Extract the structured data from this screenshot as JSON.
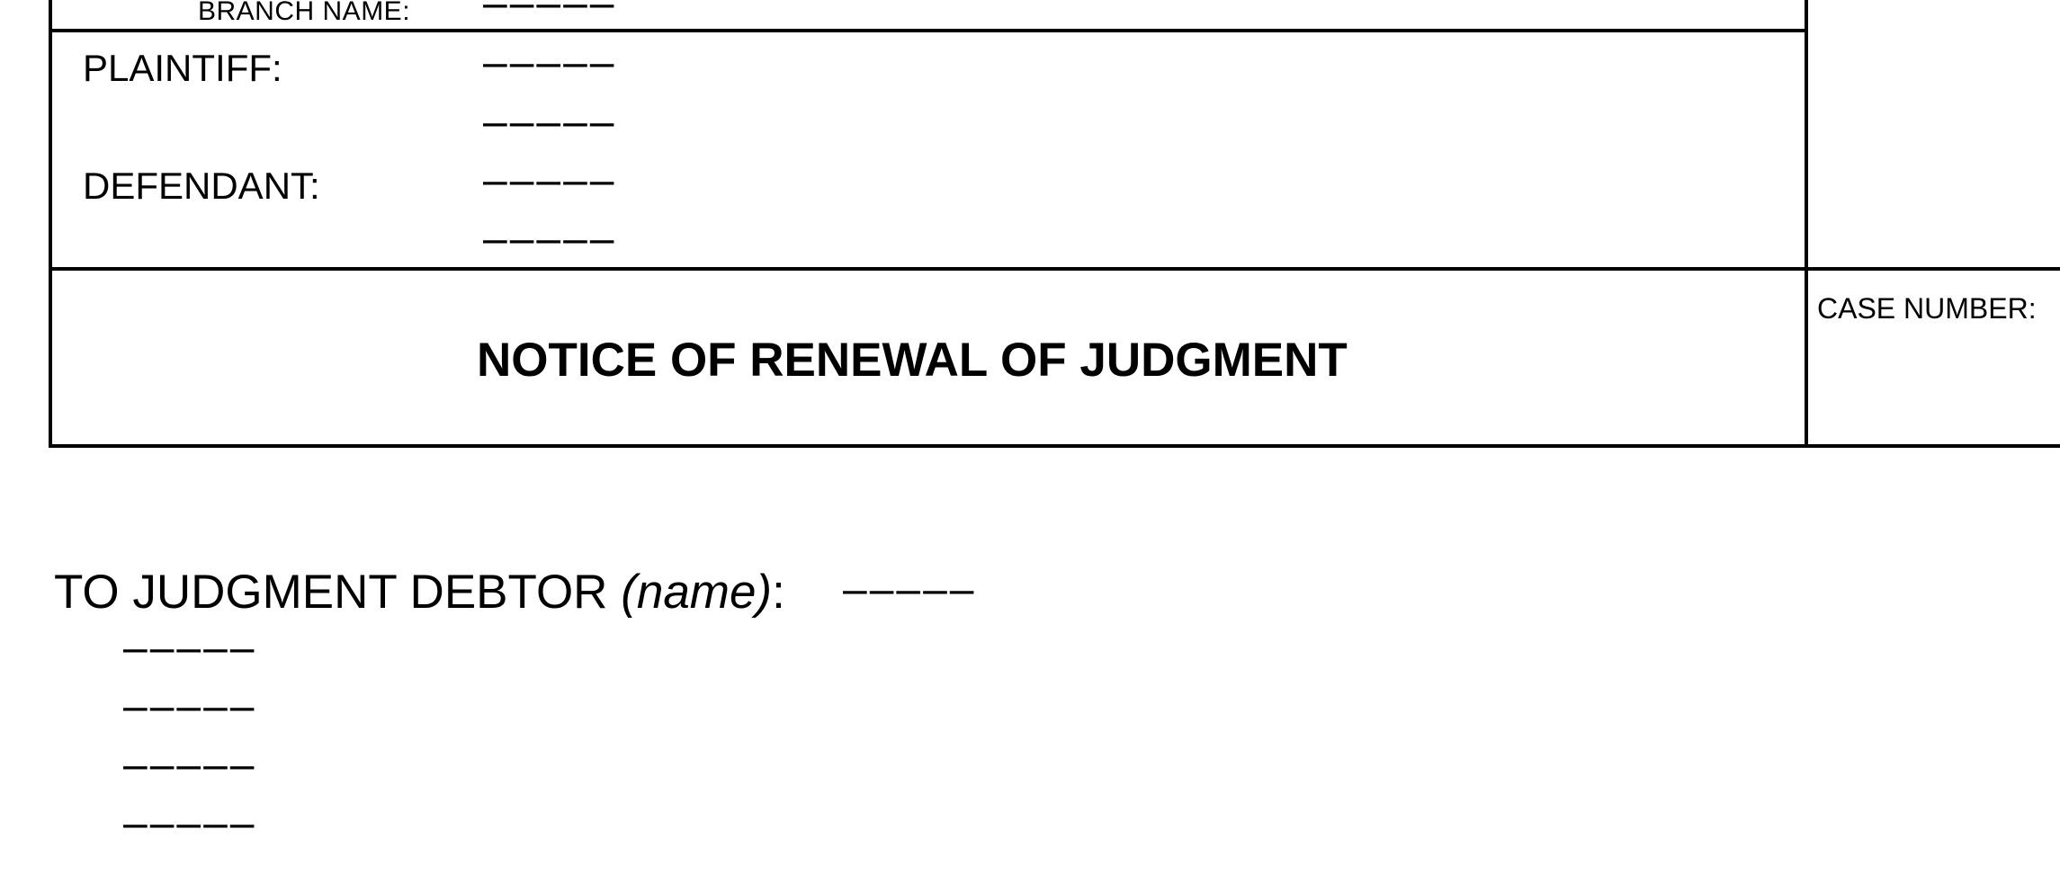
{
  "caption": {
    "branch_name_label": "BRANCH NAME:",
    "plaintiff_label": "PLAINTIFF:",
    "defendant_label": "DEFENDANT:",
    "case_number_label": "CASE NUMBER:",
    "blank": "–––––"
  },
  "form_title": "NOTICE OF RENEWAL OF JUDGMENT",
  "debtor": {
    "prefix": "TO JUDGMENT DEBTOR ",
    "name_hint": "(name)",
    "suffix": ":",
    "blank": "–––––",
    "address_blanks": [
      "–––––",
      "–––––",
      "–––––",
      "–––––"
    ]
  }
}
